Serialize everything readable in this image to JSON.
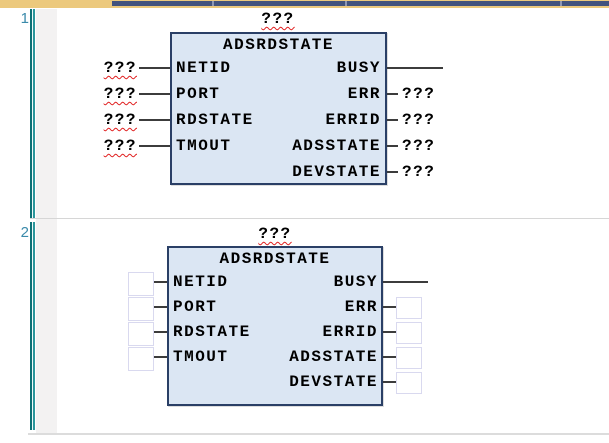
{
  "editor": {
    "networks": [
      {
        "number": "1",
        "instance_label": "???",
        "block_title": "ADSRDSTATE",
        "inputs": [
          {
            "name": "NETID",
            "value": "???"
          },
          {
            "name": "PORT",
            "value": "???"
          },
          {
            "name": "RDSTATE",
            "value": "???"
          },
          {
            "name": "TMOUT",
            "value": "???"
          }
        ],
        "outputs": [
          {
            "name": "BUSY",
            "value": ""
          },
          {
            "name": "ERR",
            "value": "???"
          },
          {
            "name": "ERRID",
            "value": "???"
          },
          {
            "name": "ADSSTATE",
            "value": "???"
          },
          {
            "name": "DEVSTATE",
            "value": "???"
          }
        ]
      },
      {
        "number": "2",
        "instance_label": "???",
        "block_title": "ADSRDSTATE",
        "inputs": [
          {
            "name": "NETID",
            "value": ""
          },
          {
            "name": "PORT",
            "value": ""
          },
          {
            "name": "RDSTATE",
            "value": ""
          },
          {
            "name": "TMOUT",
            "value": ""
          }
        ],
        "outputs": [
          {
            "name": "BUSY",
            "value": ""
          },
          {
            "name": "ERR",
            "value": ""
          },
          {
            "name": "ERRID",
            "value": ""
          },
          {
            "name": "ADSSTATE",
            "value": ""
          },
          {
            "name": "DEVSTATE",
            "value": ""
          }
        ]
      }
    ]
  },
  "colors": {
    "topbar_tan": "#ecc97d",
    "topbar_navy": "#42537e",
    "rail_teal": "#0c7075",
    "network_number": "#3a8aaa",
    "block_fill": "#dbe6f3",
    "block_border": "#2a3f66",
    "squiggle_red": "#e01e1e",
    "gutter_strip": "#f3f2f2"
  }
}
